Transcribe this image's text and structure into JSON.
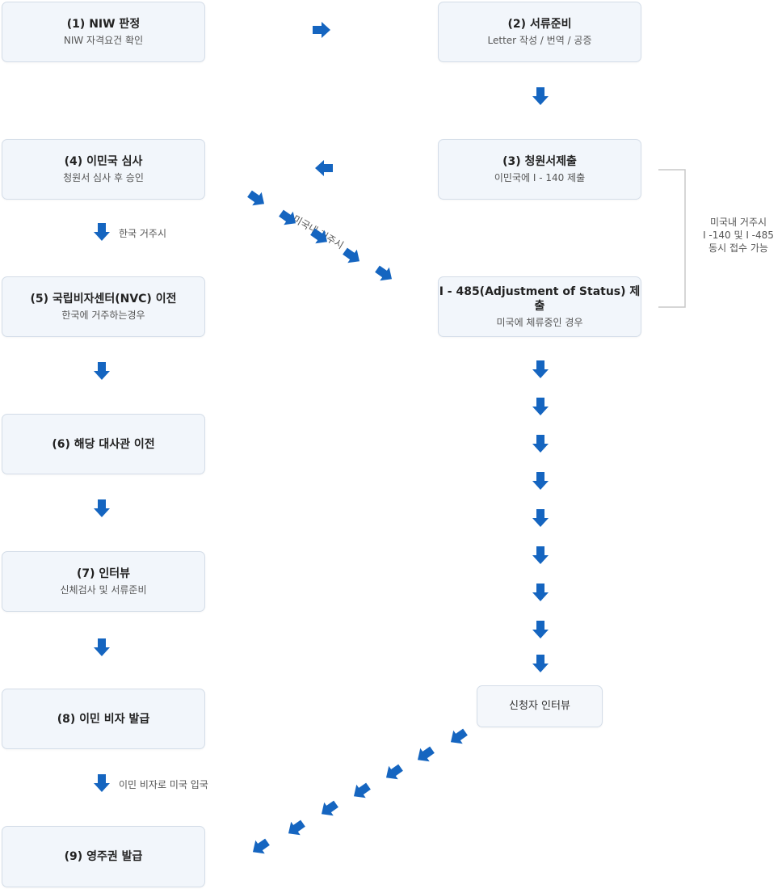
{
  "steps": {
    "s1": {
      "title": "(1) NIW  판정",
      "sub": "NIW 자격요건 확인"
    },
    "s2": {
      "title": "(2) 서류준비",
      "sub": "Letter 작성 / 번역 / 공증"
    },
    "s3": {
      "title": "(3) 청원서제출",
      "sub": "이민국에 I - 140 제출"
    },
    "s4": {
      "title": "(4) 이민국 심사",
      "sub": "청원서 심사 후 승인"
    },
    "s5": {
      "title": "(5) 국립비자센터(NVC) 이전",
      "sub": "한국에 거주하는경우"
    },
    "s6": {
      "title": "(6) 해당 대사관 이전"
    },
    "s7": {
      "title": "(7) 인터뷰",
      "sub": "신체검사 및 서류준비"
    },
    "s8": {
      "title": "(8) 이민 비자 발급"
    },
    "s9": {
      "title": "(9) 영주권 발급"
    },
    "i485": {
      "title": "I - 485(Adjustment of Status) 제출",
      "sub": "미국에 체류중인 경우"
    },
    "interview": {
      "title": "신청자 인터뷰"
    }
  },
  "labels": {
    "korea": "한국 거주시",
    "us_diag": "미국내 거주시",
    "entry": "이민 비자로 미국 입국"
  },
  "note": {
    "line1": "미국내 거주시",
    "line2": "I -140 및 I -485",
    "line3": "동시 접수 가능"
  },
  "colors": {
    "arrow": "#1565c0",
    "box_bg": "#f2f6fb",
    "box_border": "#d4dde8",
    "bracket": "#c8c8c8"
  }
}
